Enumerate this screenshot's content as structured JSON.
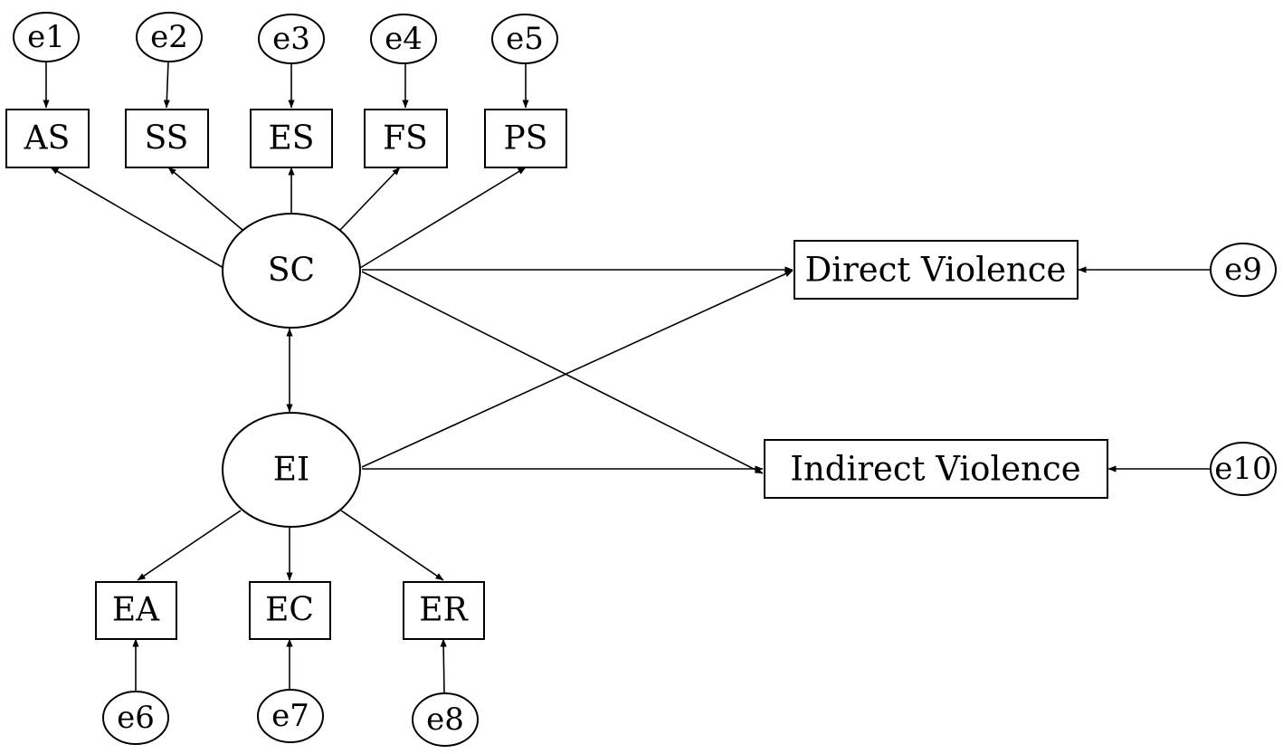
{
  "diagram": {
    "errors": {
      "e1": "e1",
      "e2": "e2",
      "e3": "e3",
      "e4": "e4",
      "e5": "e5",
      "e6": "e6",
      "e7": "e7",
      "e8": "e8",
      "e9": "e9",
      "e10": "e10"
    },
    "indicators": {
      "as": "AS",
      "ss": "SS",
      "es": "ES",
      "fs": "FS",
      "ps": "PS",
      "ea": "EA",
      "ec": "EC",
      "er": "ER"
    },
    "latent": {
      "sc": "SC",
      "ei": "EI"
    },
    "outcomes": {
      "direct": "Direct Violence",
      "indirect": "Indirect Violence"
    }
  }
}
